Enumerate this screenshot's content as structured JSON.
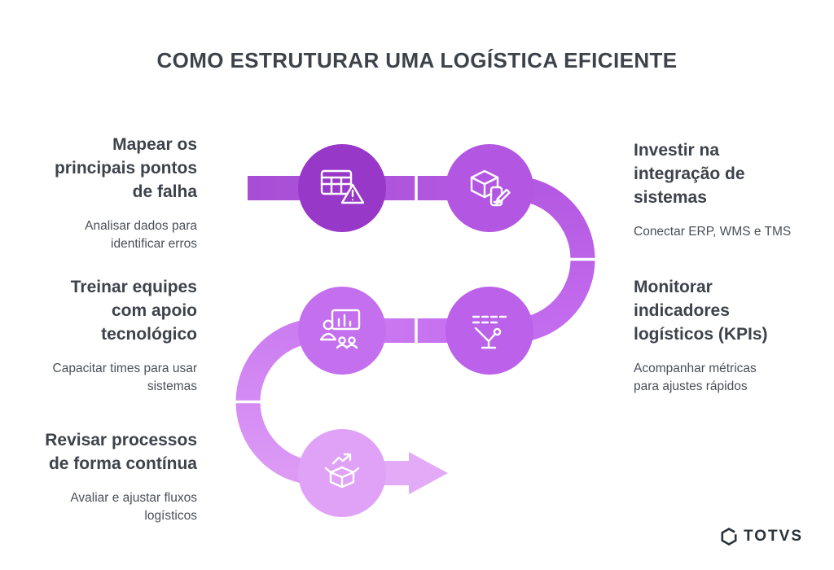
{
  "title": "COMO ESTRUTURAR UMA LOGÍSTICA EFICIENTE",
  "steps": [
    {
      "heading": "Mapear os principais pontos de falha",
      "description": "Analisar dados para identificar erros",
      "icon": "table-alert-icon"
    },
    {
      "heading": "Investir na integração de sistemas",
      "description": "Conectar ERP, WMS e TMS",
      "icon": "box-edit-icon"
    },
    {
      "heading": "Treinar equipes com apoio tecnológico",
      "description": "Capacitar times para usar sistemas",
      "icon": "trainer-presentation-icon"
    },
    {
      "heading": "Monitorar indicadores logísticos (KPIs)",
      "description": "Acompanhar métricas para ajustes rápidos",
      "icon": "kpi-chart-icon"
    },
    {
      "heading": "Revisar processos de forma contínua",
      "description": "Avaliar e ajustar fluxos logísticos",
      "icon": "open-box-growth-icon"
    }
  ],
  "logo": {
    "brand": "TOTVS"
  },
  "colors": {
    "title_text": "#3E434B",
    "body_text": "#4A4F57",
    "node1": "#9838C8",
    "node2": "#B356E2",
    "node3": "#C46FEE",
    "node4": "#BC61E9",
    "node5": "#E0A2F6",
    "path_c1": "#A84ED5",
    "path_c2": "#B459E1",
    "path_c3": "#C46CEF",
    "path_c4": "#CC7DF1",
    "path_c5": "#DC9AF5",
    "path_c6": "#E3AAF7",
    "logo_color": "#2A323C"
  }
}
